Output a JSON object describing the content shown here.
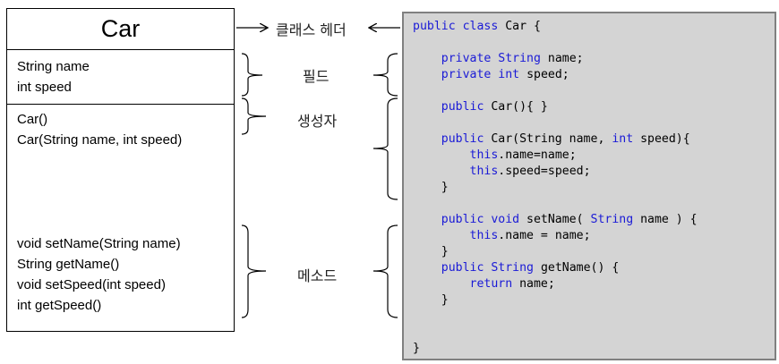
{
  "uml": {
    "class_name": "Car",
    "fields": [
      "String name",
      "int speed"
    ],
    "constructors": [
      "Car()",
      "Car(String name, int speed)"
    ],
    "methods": [
      "void setName(String name)",
      "String getName()",
      "void setSpeed(int speed)",
      "int getSpeed()"
    ]
  },
  "labels": {
    "class_header": "클래스 헤더",
    "fields": "필드",
    "constructors": "생성자",
    "methods": "메소드"
  },
  "code": {
    "keyword_color": "#1a1ad6",
    "lines": [
      {
        "indent": "",
        "tokens": [
          {
            "t": "public class",
            "k": true
          },
          {
            "t": " Car {",
            "k": false
          }
        ]
      },
      {
        "indent": "",
        "tokens": []
      },
      {
        "indent": "    ",
        "tokens": [
          {
            "t": "private",
            "k": true
          },
          {
            "t": " ",
            "k": false
          },
          {
            "t": "String",
            "k": true
          },
          {
            "t": " name;",
            "k": false
          }
        ]
      },
      {
        "indent": "    ",
        "tokens": [
          {
            "t": "private",
            "k": true
          },
          {
            "t": " ",
            "k": false
          },
          {
            "t": "int",
            "k": true
          },
          {
            "t": " speed;",
            "k": false
          }
        ]
      },
      {
        "indent": "",
        "tokens": []
      },
      {
        "indent": "    ",
        "tokens": [
          {
            "t": "public",
            "k": true
          },
          {
            "t": " Car(){ }",
            "k": false
          }
        ]
      },
      {
        "indent": "",
        "tokens": []
      },
      {
        "indent": "    ",
        "tokens": [
          {
            "t": "public",
            "k": true
          },
          {
            "t": " Car(String name, ",
            "k": false
          },
          {
            "t": "int",
            "k": true
          },
          {
            "t": " speed){",
            "k": false
          }
        ]
      },
      {
        "indent": "        ",
        "tokens": [
          {
            "t": "this",
            "k": true
          },
          {
            "t": ".name=name;",
            "k": false
          }
        ]
      },
      {
        "indent": "        ",
        "tokens": [
          {
            "t": "this",
            "k": true
          },
          {
            "t": ".speed=speed;",
            "k": false
          }
        ]
      },
      {
        "indent": "    ",
        "tokens": [
          {
            "t": "}",
            "k": false
          }
        ]
      },
      {
        "indent": "",
        "tokens": []
      },
      {
        "indent": "    ",
        "tokens": [
          {
            "t": "public void",
            "k": true
          },
          {
            "t": " setName( ",
            "k": false
          },
          {
            "t": "String",
            "k": true
          },
          {
            "t": " name ) {",
            "k": false
          }
        ]
      },
      {
        "indent": "        ",
        "tokens": [
          {
            "t": "this",
            "k": true
          },
          {
            "t": ".name = name;",
            "k": false
          }
        ]
      },
      {
        "indent": "    ",
        "tokens": [
          {
            "t": "}",
            "k": false
          }
        ]
      },
      {
        "indent": "    ",
        "tokens": [
          {
            "t": "public",
            "k": true
          },
          {
            "t": " ",
            "k": false
          },
          {
            "t": "String",
            "k": true
          },
          {
            "t": " getName() {",
            "k": false
          }
        ]
      },
      {
        "indent": "        ",
        "tokens": [
          {
            "t": "return",
            "k": true
          },
          {
            "t": " name;",
            "k": false
          }
        ]
      },
      {
        "indent": "    ",
        "tokens": [
          {
            "t": "}",
            "k": false
          }
        ]
      },
      {
        "indent": "",
        "tokens": []
      },
      {
        "indent": "",
        "tokens": []
      },
      {
        "indent": "",
        "tokens": [
          {
            "t": "}",
            "k": false
          }
        ]
      }
    ]
  }
}
